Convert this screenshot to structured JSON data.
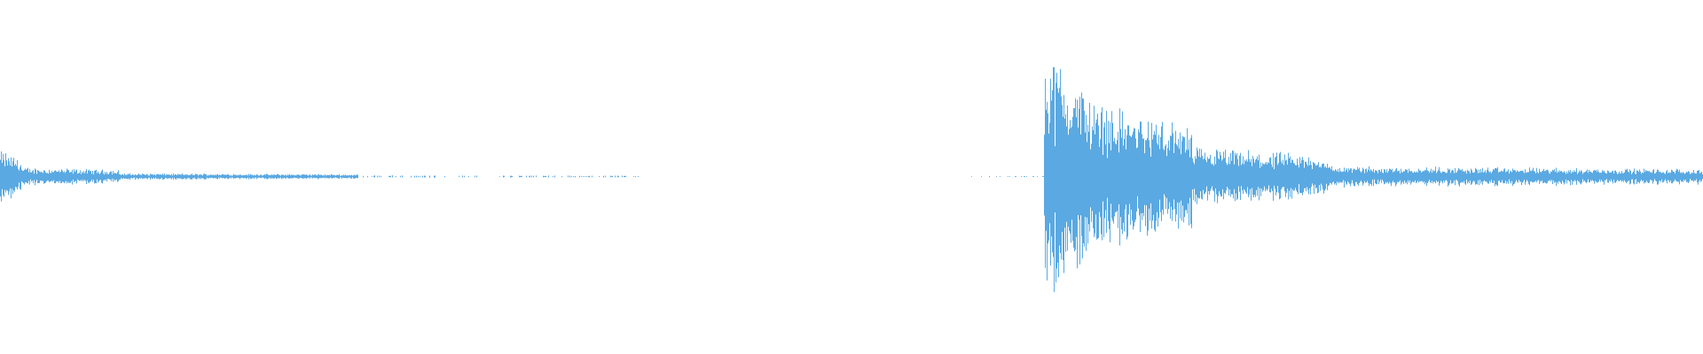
{
  "waveform": {
    "color": "#5aa9e2",
    "background": "#ffffff",
    "duration_fraction_start": 0,
    "duration_fraction_end": 1,
    "segments": [
      {
        "start": 0.0,
        "end": 0.012,
        "amplitude": 0.2,
        "density": "dense"
      },
      {
        "start": 0.012,
        "end": 0.07,
        "amplitude": 0.07,
        "density": "dense"
      },
      {
        "start": 0.07,
        "end": 0.21,
        "amplitude": 0.025,
        "density": "dense"
      },
      {
        "start": 0.21,
        "end": 0.375,
        "amplitude": 0.01,
        "density": "sparse"
      },
      {
        "start": 0.375,
        "end": 0.568,
        "amplitude": 0.0,
        "density": "silent"
      },
      {
        "start": 0.568,
        "end": 0.613,
        "amplitude": 0.005,
        "density": "sparse"
      },
      {
        "start": 0.613,
        "end": 0.64,
        "amplitude": 0.95,
        "density": "burst"
      },
      {
        "start": 0.64,
        "end": 0.7,
        "amplitude": 0.55,
        "density": "burst"
      },
      {
        "start": 0.7,
        "end": 0.78,
        "amplitude": 0.22,
        "density": "dense"
      },
      {
        "start": 0.78,
        "end": 1.0,
        "amplitude": 0.08,
        "density": "dense"
      }
    ]
  }
}
